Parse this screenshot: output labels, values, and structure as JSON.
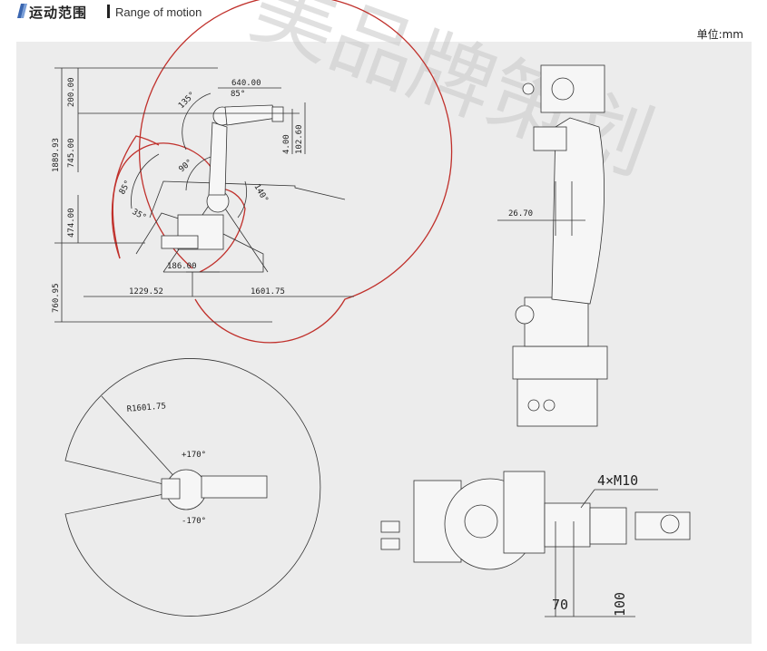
{
  "header": {
    "title_cn": "运动范围",
    "title_en": "Range of motion",
    "unit": "单位:mm"
  },
  "side_view": {
    "dims": {
      "top_length": "640.00",
      "height_200": "200.00",
      "total_height": "1889.93",
      "height_745": "745.00",
      "height_474": "474.00",
      "base_height": "760.95",
      "wrist_4": "4.00",
      "wrist_102": "102.60",
      "offset_186": "186.00",
      "reach_left": "1229.52",
      "reach_right": "1601.75"
    },
    "angles": {
      "a135_top": "135°",
      "a85_top": "85°",
      "a90": "90°",
      "a140": "140°",
      "a85_left": "85°",
      "a35": "35°"
    }
  },
  "front_view": {
    "dims": {
      "offset": "26.70"
    }
  },
  "top_view": {
    "dims": {
      "radius": "R1601.75",
      "rot_pos": "+170°",
      "rot_neg": "-170°"
    }
  },
  "flange_view": {
    "dims": {
      "bolts": "4×M10",
      "d70": "70",
      "d100": "100"
    }
  },
  "watermark": "美品牌策划",
  "colors": {
    "arc": "#c0302b",
    "line": "#333333",
    "panel": "#ececec"
  }
}
